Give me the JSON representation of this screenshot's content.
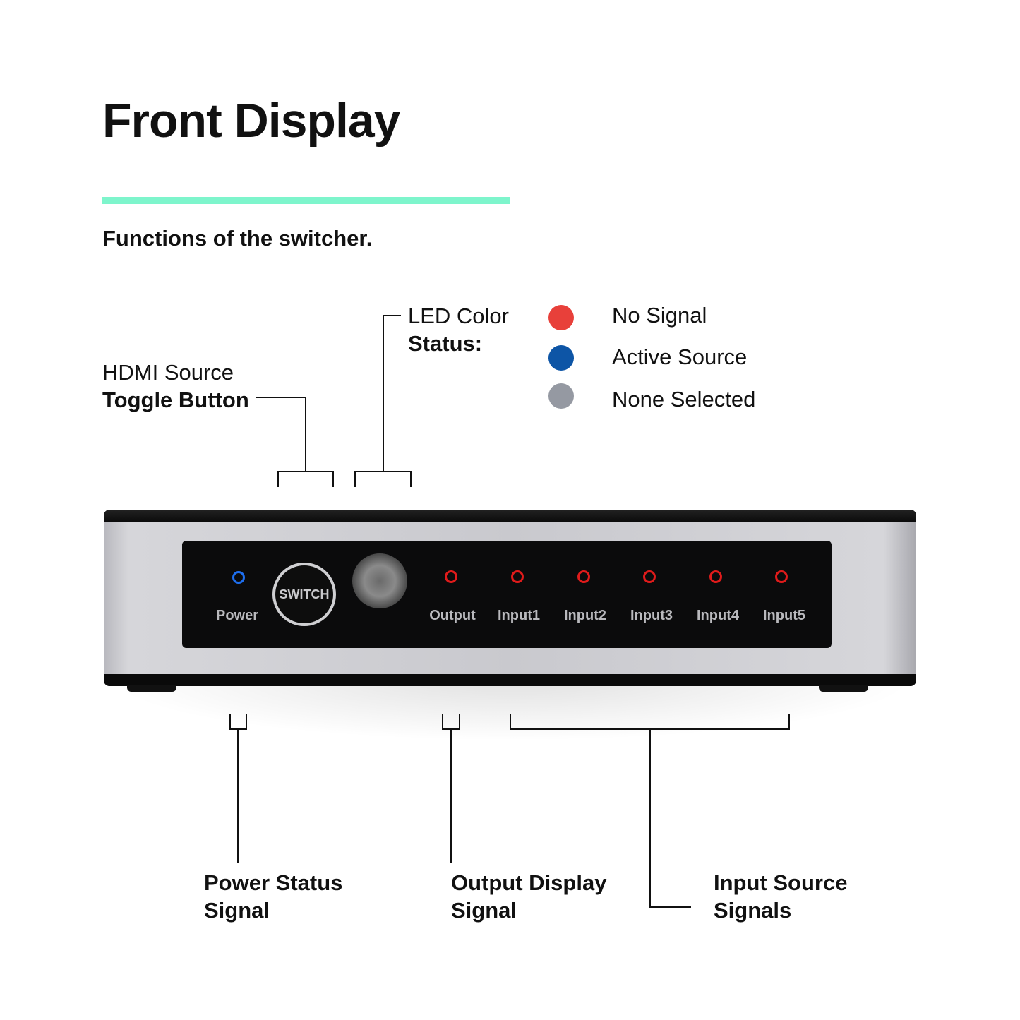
{
  "title": "Front Display",
  "subtitle": "Functions of the switcher.",
  "colors": {
    "accent": "#7ef5cc",
    "no_signal": "#e8403a",
    "active_source": "#0d55a6",
    "none_selected": "#9599a2",
    "led_blue": "#1e6ff0",
    "led_red": "#e01b1b"
  },
  "callouts": {
    "toggle": {
      "line1": "HDMI Source",
      "line2": "Toggle Button"
    },
    "led": {
      "line1": "LED Color",
      "line2": "Status:"
    },
    "power": {
      "line1": "Power Status",
      "line2": "Signal"
    },
    "output": {
      "line1": "Output Display",
      "line2": "Signal"
    },
    "input": {
      "line1": "Input Source",
      "line2": "Signals"
    }
  },
  "legend": [
    {
      "label": "No Signal",
      "color": "#e8403a"
    },
    {
      "label": "Active Source",
      "color": "#0d55a6"
    },
    {
      "label": "None Selected",
      "color": "#9599a2"
    }
  ],
  "device": {
    "switch_label": "SWITCH",
    "leds": [
      "Power",
      "Output",
      "Input1",
      "Input2",
      "Input3",
      "Input4",
      "Input5"
    ]
  }
}
